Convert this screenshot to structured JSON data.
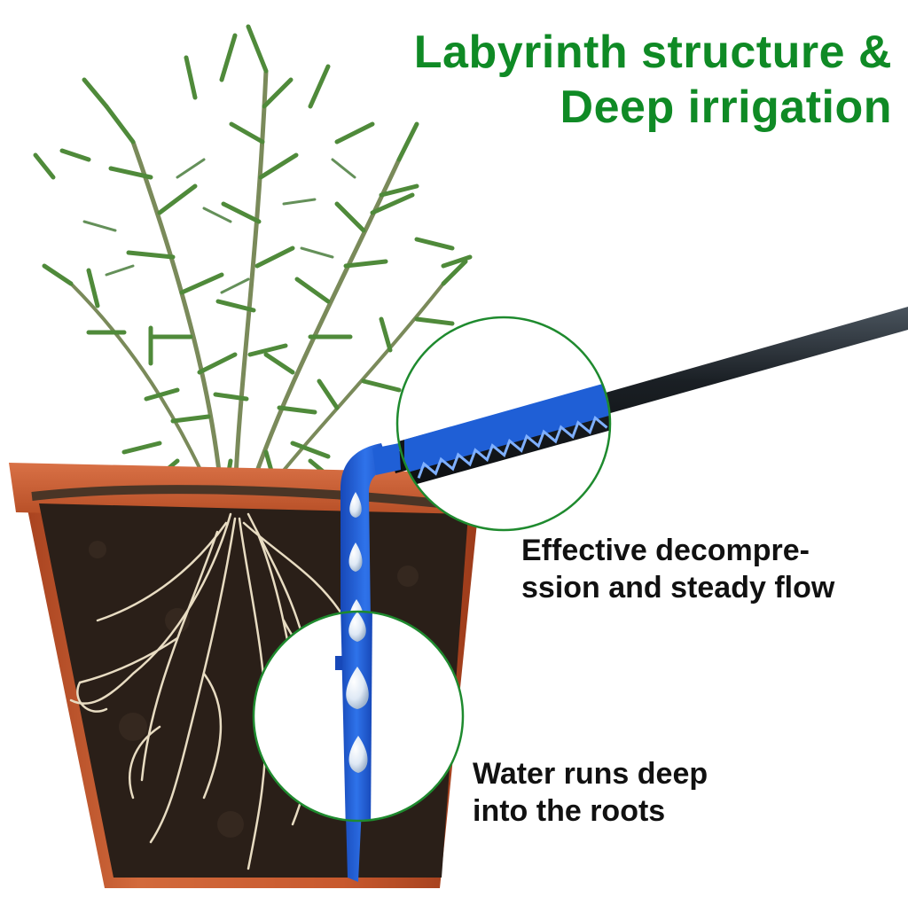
{
  "headline": {
    "line1": "Labyrinth structure &",
    "line2": "Deep irrigation"
  },
  "captions": {
    "decompression": {
      "line1": "Effective decompre-",
      "line2": "ssion and steady flow"
    },
    "roots": {
      "line1": "Water runs deep",
      "line2": "into the roots"
    }
  },
  "colors": {
    "headline_green": "#0f8a25",
    "caption_text": "#111111",
    "pot_terracotta": "#c1542c",
    "soil": "#2a1f18",
    "dripper_blue": "#1f5fd6",
    "tube_black": "#14181c",
    "callout_circle_stroke": "#1e8a2e",
    "foliage_green": "#4f8a3a"
  },
  "icons": {
    "product": "drip-irrigation-stake-icon",
    "plant": "rosemary-plant-icon",
    "pot": "terracotta-pot-icon",
    "water_drop": "water-drop-icon"
  }
}
